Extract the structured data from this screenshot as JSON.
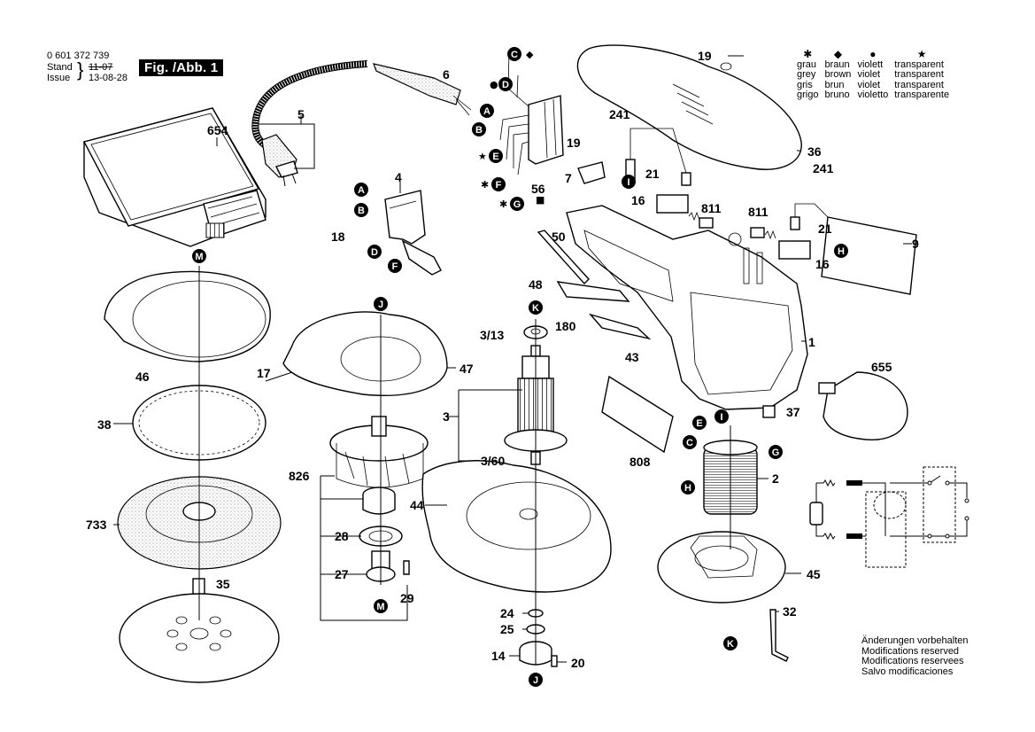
{
  "header": {
    "part_number": "0 601 372 739",
    "stand_label": "Stand",
    "issue_label": "Issue",
    "old_date": "11-07",
    "issue_date": "13-08-28",
    "figure_label": "Fig. /Abb. 1"
  },
  "color_legend": {
    "columns": [
      {
        "symbol": "asterisk-icon",
        "glyph": "✱",
        "names": [
          "grau",
          "grey",
          "gris",
          "grigo"
        ]
      },
      {
        "symbol": "diamond-icon",
        "glyph": "◆",
        "names": [
          "braun",
          "brown",
          "brun",
          "bruno"
        ]
      },
      {
        "symbol": "dot-icon",
        "glyph": "●",
        "names": [
          "violett",
          "violet",
          "violet",
          "violetto"
        ]
      },
      {
        "symbol": "star-icon",
        "glyph": "★",
        "names": [
          "transparent",
          "transparent",
          "transparent",
          "transparente"
        ]
      }
    ]
  },
  "notes": [
    "Änderungen vorbehalten",
    "Modifications reserved",
    "Modifications reservees",
    "Salvo modificaciones"
  ],
  "part_labels": {
    "p654": "654",
    "p5": "5",
    "p6": "6",
    "p4": "4",
    "p18": "18",
    "p56": "56",
    "p19a": "19",
    "p19b": "19",
    "p7": "7",
    "p241a": "241",
    "p241b": "241",
    "p21a": "21",
    "p21b": "21",
    "p16a": "16",
    "p16b": "16",
    "p811a": "811",
    "p811b": "811",
    "p36": "36",
    "p9": "9",
    "p50": "50",
    "p48": "48",
    "p180": "180",
    "p43": "43",
    "p1": "1",
    "p655": "655",
    "p37": "37",
    "p46": "46",
    "p17": "17",
    "p47": "47",
    "p38": "38",
    "p3_13": "3/13",
    "p3": "3",
    "p3_60": "3/60",
    "p826": "826",
    "p44": "44",
    "p808": "808",
    "p2": "2",
    "p733": "733",
    "p28": "28",
    "p27": "27",
    "p29": "29",
    "p35": "35",
    "p45": "45",
    "p32": "32",
    "p24": "24",
    "p25": "25",
    "p14": "14",
    "p20": "20"
  },
  "connection_badges": {
    "A1": "A",
    "B1": "B",
    "C1": "C",
    "D1": "D",
    "E1": "E",
    "F1": "F",
    "G1": "G",
    "A2": "A",
    "B2": "B",
    "D2": "D",
    "F2": "F",
    "I1": "I",
    "H1": "H",
    "M1": "M",
    "J1": "J",
    "K1": "K",
    "E2": "E",
    "I2": "I",
    "C2": "C",
    "G2": "G",
    "H2": "H",
    "M2": "M",
    "J2": "J",
    "K2": "K"
  },
  "wire_markers": {
    "C1": "◆",
    "D1": "●",
    "E1": "★",
    "F1": "✱",
    "G1": "✱",
    "p56": "■"
  }
}
